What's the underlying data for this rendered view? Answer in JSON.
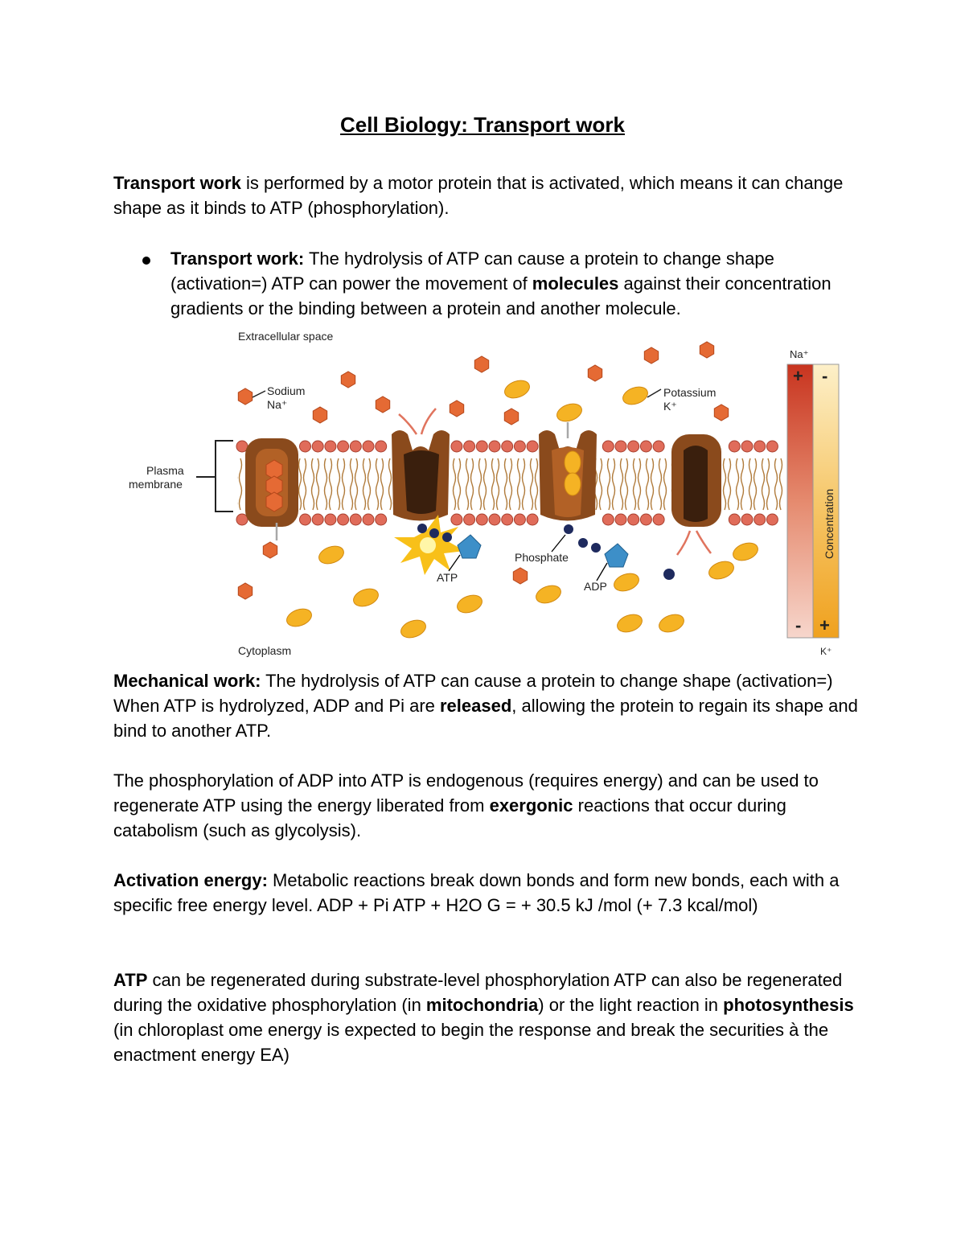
{
  "title": "Cell Biology: Transport work",
  "intro": {
    "bold": "Transport work",
    "text": " is performed by a motor protein that is activated, which means it can change shape as it binds to ATP (phosphorylation)."
  },
  "bullet": {
    "bold_label": "Transport work:",
    "text_a": " The hydrolysis of ATP can cause a protein to change shape (activation=) ATP can power the movement of ",
    "bold_word": "molecules",
    "text_b": " against their concentration gradients or the binding between a protein and another molecule."
  },
  "figure": {
    "extracellular": "Extracellular space",
    "sodium": "Sodium",
    "sodium_symbol": "Na⁺",
    "potassium": "Potassium",
    "potassium_symbol": "K⁺",
    "plasma": "Plasma",
    "membrane": "membrane",
    "atp": "ATP",
    "phosphate": "Phosphate",
    "adp": "ADP",
    "cytoplasm": "Cytoplasm",
    "gradient_top": "Na⁺",
    "gradient_bottom": "K⁺",
    "gradient_label": "Concentration",
    "plus": "+",
    "minus": "-"
  },
  "mechanical": {
    "bold_label": "Mechanical work:",
    "text_a": " The hydrolysis of ATP can cause a protein to change shape (activation=) When ATP is hydrolyzed, ADP and Pi are ",
    "bold_word": "released",
    "text_b": ", allowing the protein to regain its shape and bind to another ATP."
  },
  "phosphorylation": {
    "text_a": "The phosphorylation of ADP into ATP is endogenous (requires energy) and can be used to regenerate ATP using the energy liberated from ",
    "bold_word": "exergonic",
    "text_b": " reactions that occur during catabolism (such as glycolysis)."
  },
  "activation": {
    "bold_label": "Activation energy:",
    "text": " Metabolic reactions break down bonds and form new bonds, each with a specific free energy level.  ADP + Pi ATP + H2O G = + 30.5 kJ /mol (+ 7.3 kcal/mol)"
  },
  "atp_regen": {
    "bold_a": "ATP",
    "text_a": " can be regenerated during substrate-level phosphorylation  ATP can also be regenerated during the oxidative phosphorylation (in ",
    "bold_b": "mitochondria",
    "text_b": ") or the light reaction in ",
    "bold_c": "photosynthesis",
    "text_c": " (in chloroplast ome energy is expected to begin the response and break the securities à the enactment energy EA)"
  }
}
